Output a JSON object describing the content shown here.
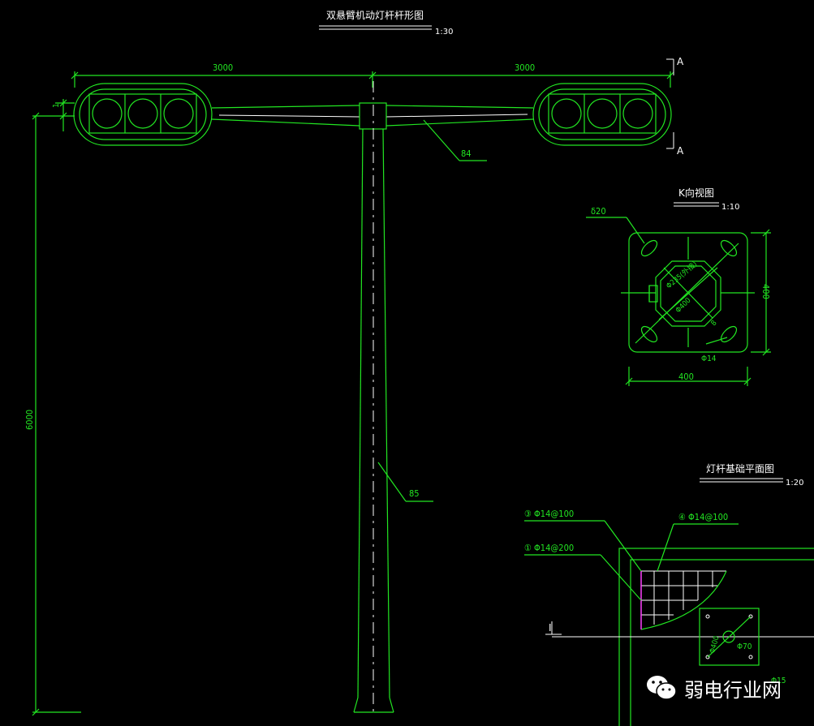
{
  "main_view": {
    "title": "双悬臂机动灯杆杆形图",
    "scale": "1:30",
    "dim_left_arm": "3000",
    "dim_right_arm": "3000",
    "dim_height": "6000",
    "dim_offset": "1",
    "section_label": "A",
    "callout_arm": "84",
    "callout_pole": "85"
  },
  "k_view": {
    "title": "K向视图",
    "scale": "1:10",
    "dim_width": "400",
    "dim_height": "400",
    "callout_hole": "δ20",
    "label_diameter_inner": "Φ235(外接)",
    "label_diameter_outer": "Φ400",
    "label_thickness": "8",
    "label_bolt": "Φ14"
  },
  "foundation_view": {
    "title": "灯杆基础平面图",
    "scale": "1:20",
    "rebar_3": "③ Φ14@100",
    "rebar_4": "④ Φ14@100",
    "rebar_1": "① Φ14@200",
    "label_d400": "Φ400",
    "label_d70": "Φ70",
    "label_d15": "Φ15",
    "label_section": "I"
  },
  "watermark": {
    "text": "弱电行业网",
    "icon": "wechat-icon"
  }
}
